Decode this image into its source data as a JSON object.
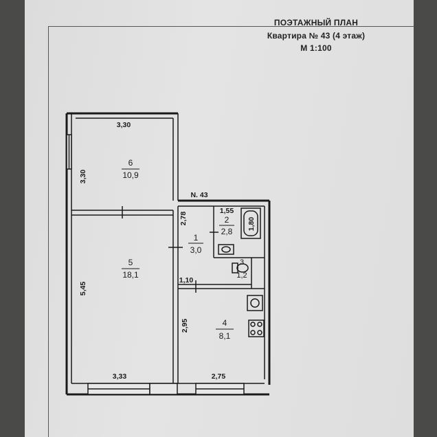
{
  "header": {
    "line1": "ПОЭТАЖНЫЙ ПЛАН",
    "line2": "Квартира № 43 (4 этаж)",
    "line3": "М 1:100"
  },
  "north_label": "N. 43",
  "rooms": [
    {
      "num": "6",
      "area": "10,9"
    },
    {
      "num": "5",
      "area": "18,1"
    },
    {
      "num": "1",
      "area": "3,0"
    },
    {
      "num": "2",
      "area": "2,8"
    },
    {
      "num": "3",
      "area": "1,2"
    },
    {
      "num": "4",
      "area": "8,1"
    }
  ],
  "dims": {
    "top_width": "3,30",
    "left_room6": "3,30",
    "left_room5": "5,45",
    "bottom_room5": "3,33",
    "bottom_room4": "2,75",
    "hall_height": "2,78",
    "bath_width": "1,55",
    "bath_length": "1,80",
    "hall_width": "1,10",
    "kitchen_height": "2,95"
  },
  "colors": {
    "paper": "#e0e0e0",
    "ink": "#1a1a1a",
    "background": "#4a4a48"
  }
}
